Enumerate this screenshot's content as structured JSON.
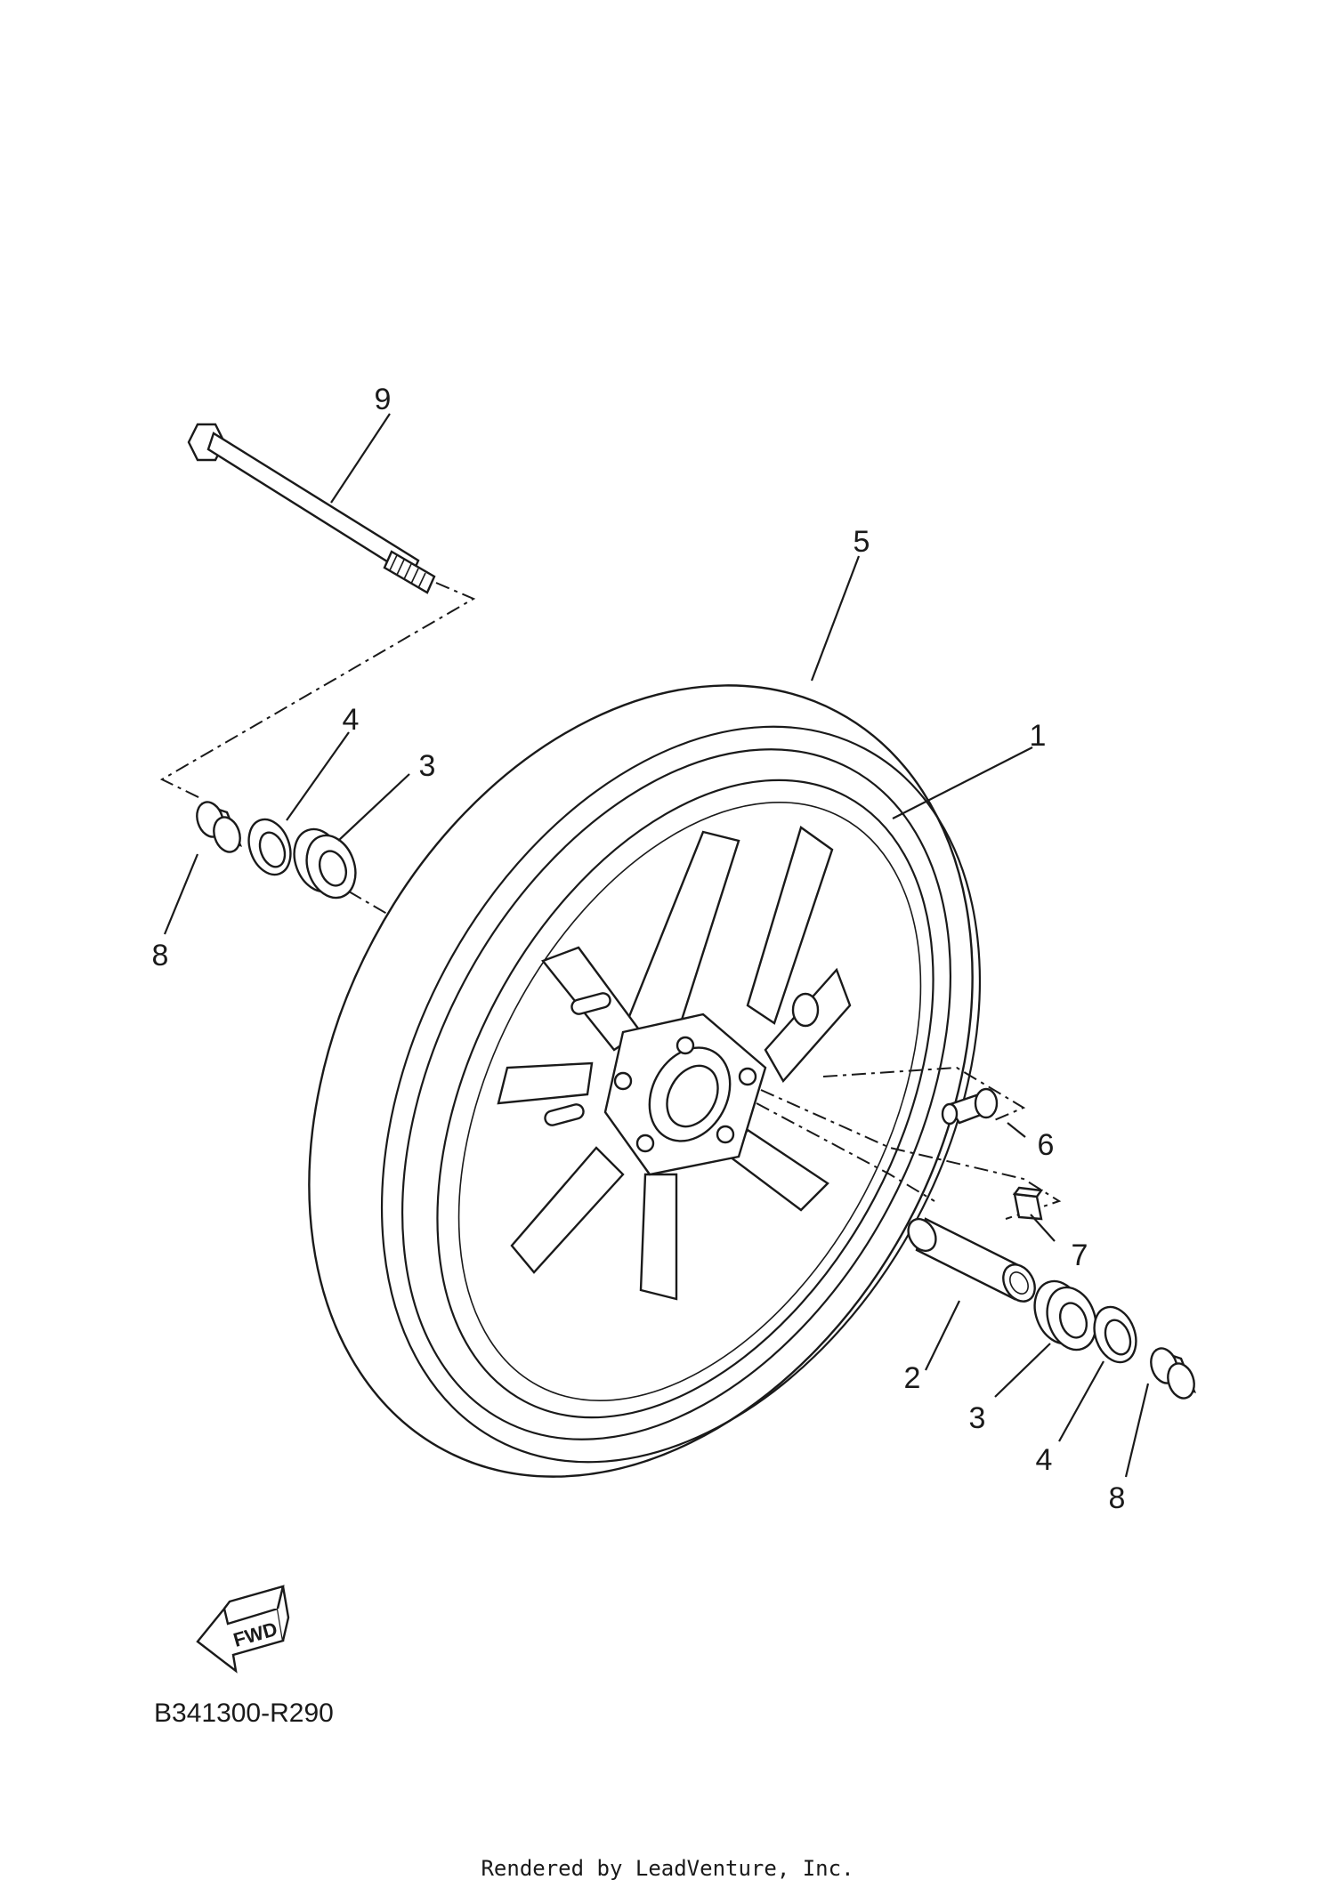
{
  "callouts": [
    {
      "id": "bolt",
      "label": "9"
    },
    {
      "id": "tire",
      "label": "5"
    },
    {
      "id": "wheel",
      "label": "1"
    },
    {
      "id": "oil-seal-left",
      "label": "4"
    },
    {
      "id": "bearing-left",
      "label": "3"
    },
    {
      "id": "collar-left",
      "label": "8"
    },
    {
      "id": "valve",
      "label": "6"
    },
    {
      "id": "balance-weight",
      "label": "7"
    },
    {
      "id": "spacer",
      "label": "2"
    },
    {
      "id": "bearing-right",
      "label": "3"
    },
    {
      "id": "oil-seal-right",
      "label": "4"
    },
    {
      "id": "collar-right",
      "label": "8"
    }
  ],
  "fwd_label": "FWD",
  "diagram_code": "B341300-R290",
  "credit": "Rendered by LeadVenture, Inc.",
  "colors": {
    "line": "#1a1a1a",
    "background": "#ffffff"
  }
}
